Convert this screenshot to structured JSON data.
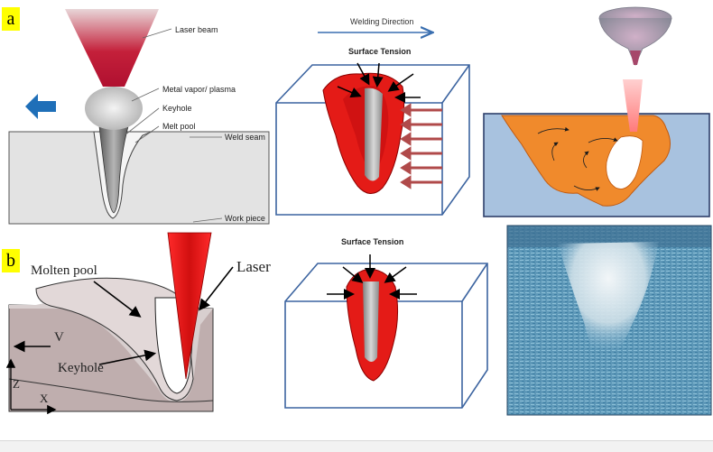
{
  "panel_a": {
    "tag": "a",
    "labels": {
      "laser_beam": "Laser beam",
      "metal_vapor": "Metal vapor/ plasma",
      "keyhole": "Keyhole",
      "melt_pool": "Melt pool",
      "weld_seam": "Weld seam",
      "work_piece": "Work piece"
    },
    "box_labels": {
      "welding_direction": "Welding Direction",
      "surface_tension": "Surface Tension"
    }
  },
  "panel_b": {
    "tag": "b",
    "labels": {
      "molten_pool": "Molten pool",
      "laser": "Laser",
      "v": "V",
      "keyhole": "Keyhole",
      "z": "Z",
      "x": "X"
    },
    "box_labels": {
      "surface_tension": "Surface Tension"
    }
  },
  "colors": {
    "laser_red": "#d11a1a",
    "molten_red": "#e41b17",
    "orange_pool": "#f08a2c",
    "arrow_blue": "#1f6fb8",
    "box_blue": "#3c64a0"
  }
}
